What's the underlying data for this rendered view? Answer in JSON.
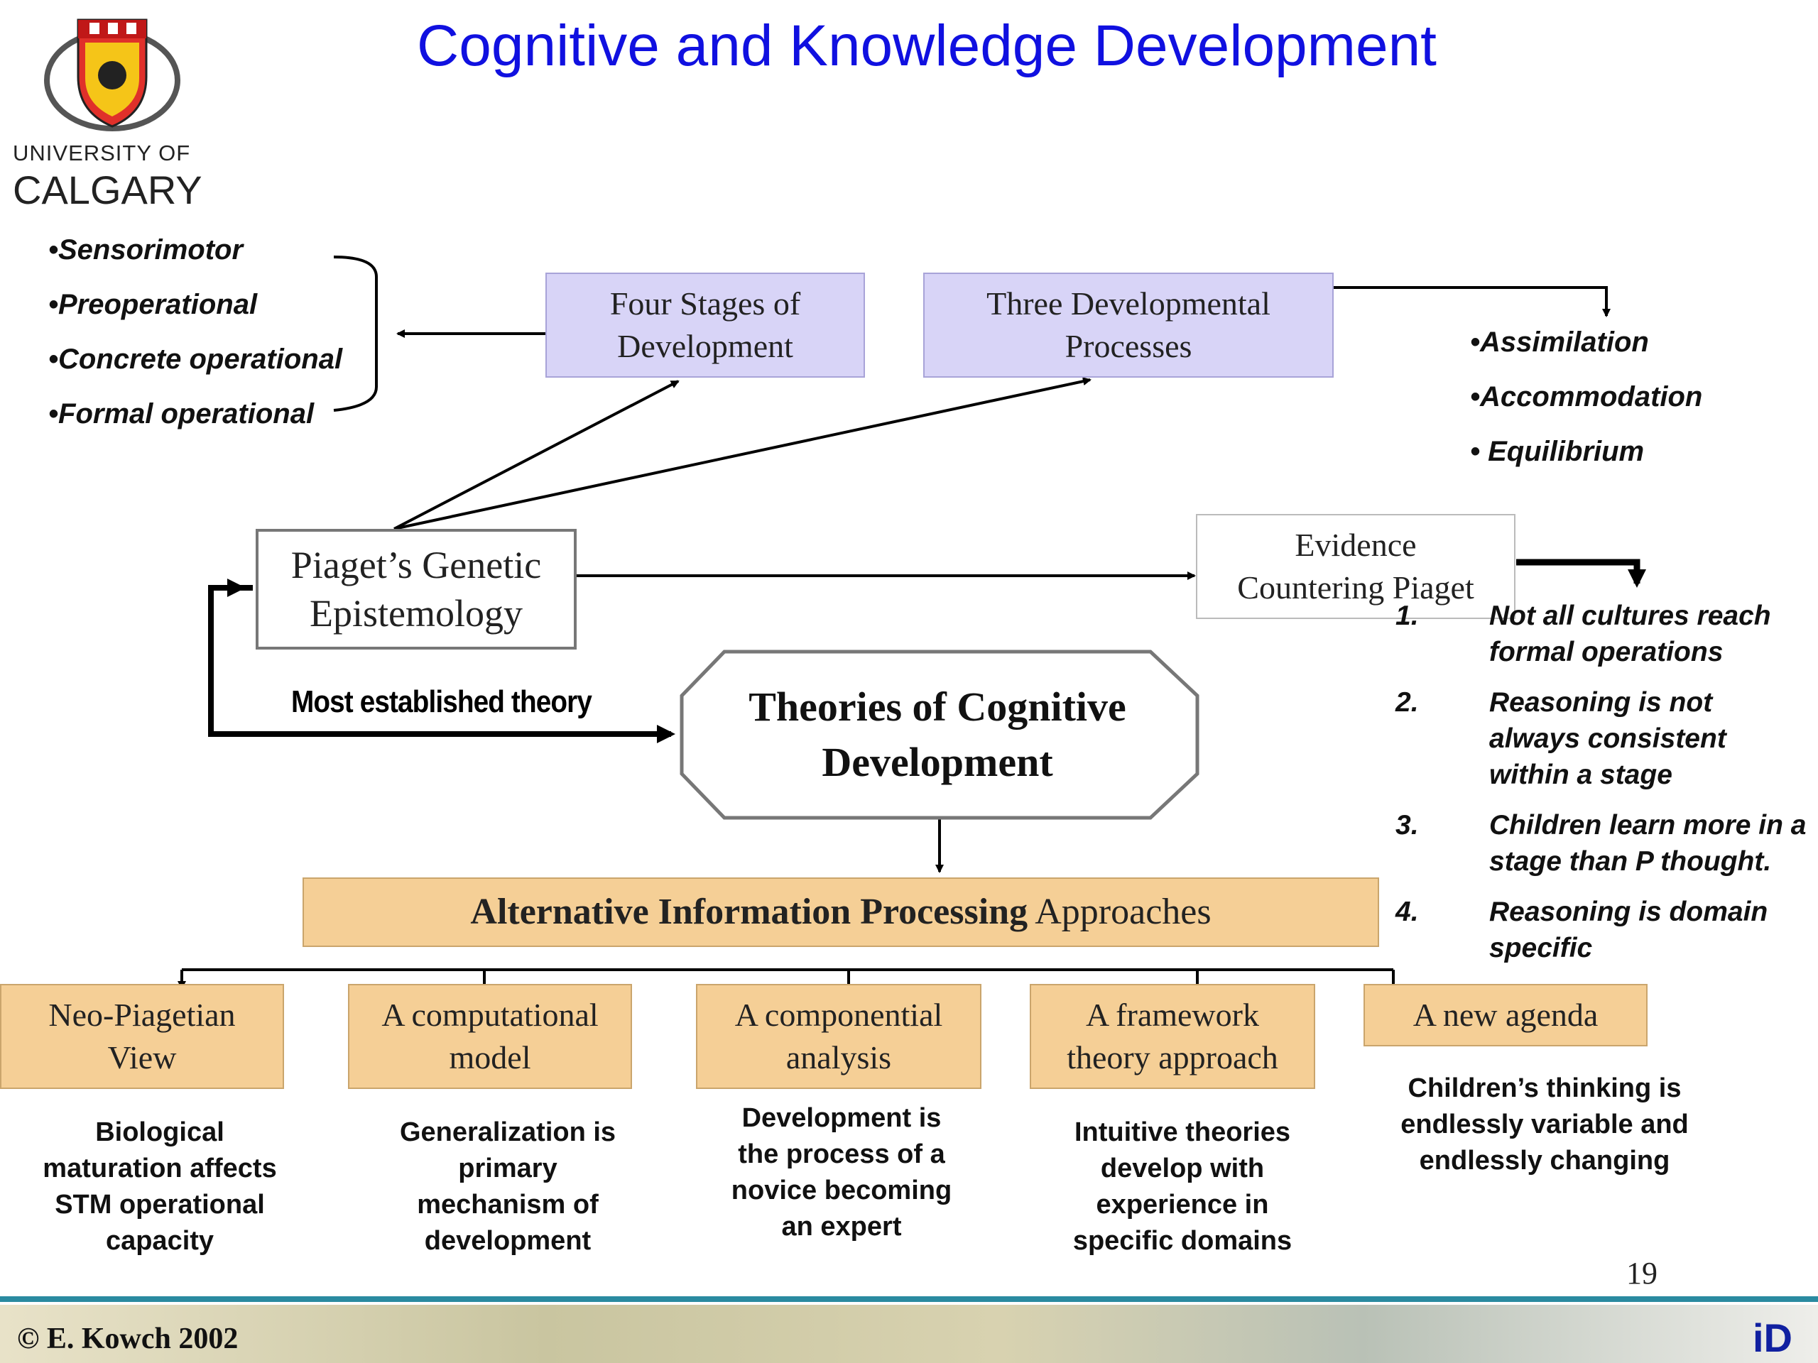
{
  "title": "Cognitive and Knowledge Development",
  "logo": {
    "line1": "UNIVERSITY OF",
    "line2": "CALGARY"
  },
  "stages": [
    "•Sensorimotor",
    "•Preoperational",
    "•Concrete operational",
    "•Formal operational"
  ],
  "processes": [
    "•Assimilation",
    "•Accommodation",
    "• Equilibrium"
  ],
  "boxes": {
    "four_stages": "Four Stages of Development",
    "three_processes": "Three Developmental Processes",
    "piaget": "Piaget’s Genetic Epistemology",
    "evidence": "Evidence Countering Piaget",
    "theories": "Theories of Cognitive Development",
    "alt_bold": "Alternative Information Processing",
    "alt_rest": " Approaches"
  },
  "most_established": "Most established theory",
  "approaches": [
    {
      "label": "Neo-Piagetian View",
      "desc": "Biological maturation affects STM operational capacity"
    },
    {
      "label": "A computational model",
      "desc": "Generalization is primary mechanism of development"
    },
    {
      "label": "A componential analysis",
      "desc": "Development is the process of a novice becoming an expert"
    },
    {
      "label": "A framework theory approach",
      "desc": "Intuitive theories develop with experience in specific domains"
    },
    {
      "label": "A new agenda",
      "desc": "Children’s thinking is endlessly variable and endlessly changing"
    }
  ],
  "evidence_items": [
    {
      "num": "1.",
      "text": "Not all cultures reach formal operations"
    },
    {
      "num": "2.",
      "text": "Reasoning is not always consistent within a stage"
    },
    {
      "num": "3.",
      "text": "Children learn more in a stage than P thought."
    },
    {
      "num": "4.",
      "text": "Reasoning is domain specific"
    }
  ],
  "page_number": "19",
  "footer": {
    "copyright": "© E. Kowch 2002",
    "logo_text": "iD"
  },
  "colors": {
    "title": "#1010e0",
    "purple_box": "#d8d4f7",
    "tan_box": "#f5cf96"
  }
}
